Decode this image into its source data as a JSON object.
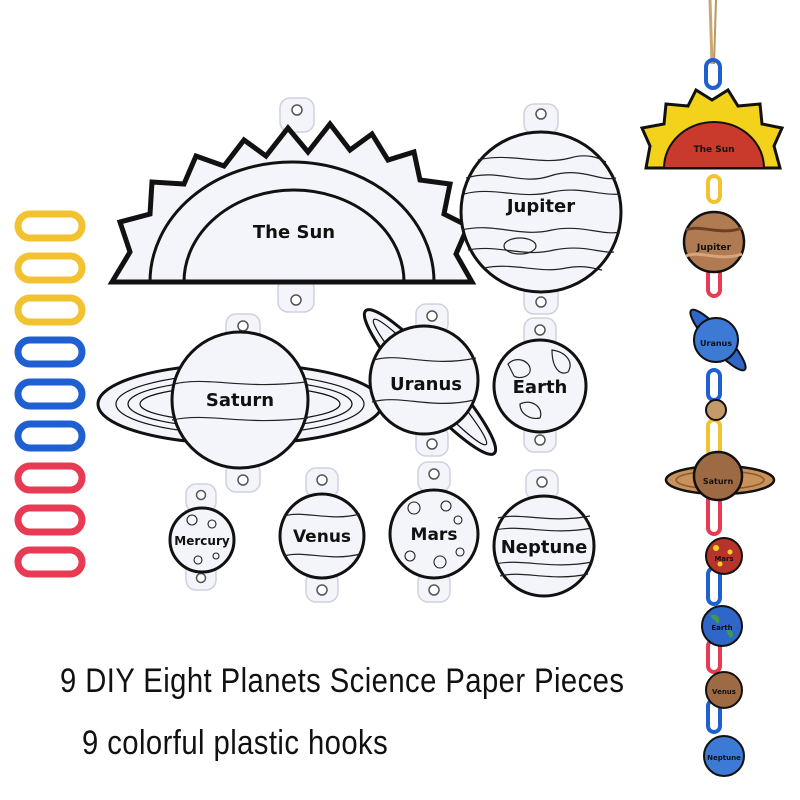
{
  "pieces": [
    {
      "id": "sun",
      "label": "The Sun"
    },
    {
      "id": "jupiter",
      "label": "Jupiter"
    },
    {
      "id": "saturn",
      "label": "Saturn"
    },
    {
      "id": "uranus",
      "label": "Uranus"
    },
    {
      "id": "earth",
      "label": "Earth"
    },
    {
      "id": "mercury",
      "label": "Mercury"
    },
    {
      "id": "venus",
      "label": "Venus"
    },
    {
      "id": "mars",
      "label": "Mars"
    },
    {
      "id": "neptune",
      "label": "Neptune"
    }
  ],
  "hanging": [
    {
      "label": "The Sun"
    },
    {
      "label": "Jupiter"
    },
    {
      "label": "Uranus"
    },
    {
      "label": "Saturn"
    },
    {
      "label": "Mars"
    },
    {
      "label": "Earth"
    },
    {
      "label": "Venus"
    },
    {
      "label": "Neptune"
    }
  ],
  "hooks": {
    "count": 9,
    "colors": [
      "#f2c230",
      "#f2c230",
      "#f2c230",
      "#1f5fd1",
      "#1f5fd1",
      "#1f5fd1",
      "#e83a52",
      "#e83a52",
      "#e83a52"
    ]
  },
  "captions": {
    "line1": "9 DIY Eight Planets Science Paper Pieces",
    "line2": "9 colorful plastic hooks"
  },
  "colors": {
    "outline": "#111111",
    "paper": "#f4f5fb",
    "sun_red": "#c93a2c",
    "sun_yellow": "#f2d21b",
    "wood": "#a6714b",
    "blue": "#3d7ad6"
  }
}
